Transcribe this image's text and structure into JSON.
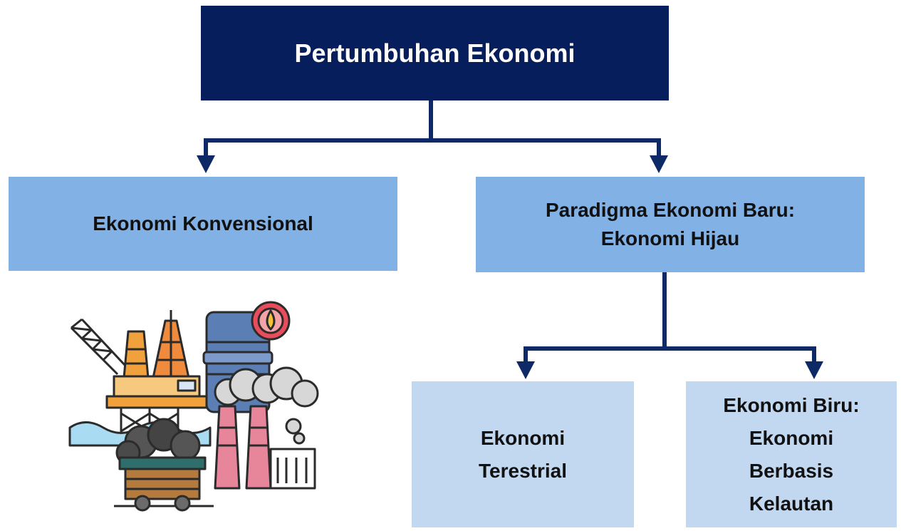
{
  "root": {
    "label": "Pertumbuhan Ekonomi"
  },
  "level1": {
    "left": {
      "label": "Ekonomi Konvensional"
    },
    "right": {
      "line1": "Paradigma Ekonomi Baru:",
      "line2": "Ekonomi Hijau"
    }
  },
  "level2": {
    "left": {
      "line1": "Ekonomi",
      "line2": "Terestrial"
    },
    "right": {
      "line1": "Ekonomi Biru:",
      "line2": "Ekonomi",
      "line3": "Berbasis",
      "line4": "Kelautan"
    }
  },
  "illustration": {
    "icon": "industry-fossil-fuel-icon"
  },
  "colors": {
    "root_bg": "#061f5c",
    "level1_bg": "#82b1e5",
    "level2_bg": "#c2d7f0",
    "connector": "#0d2a66"
  }
}
